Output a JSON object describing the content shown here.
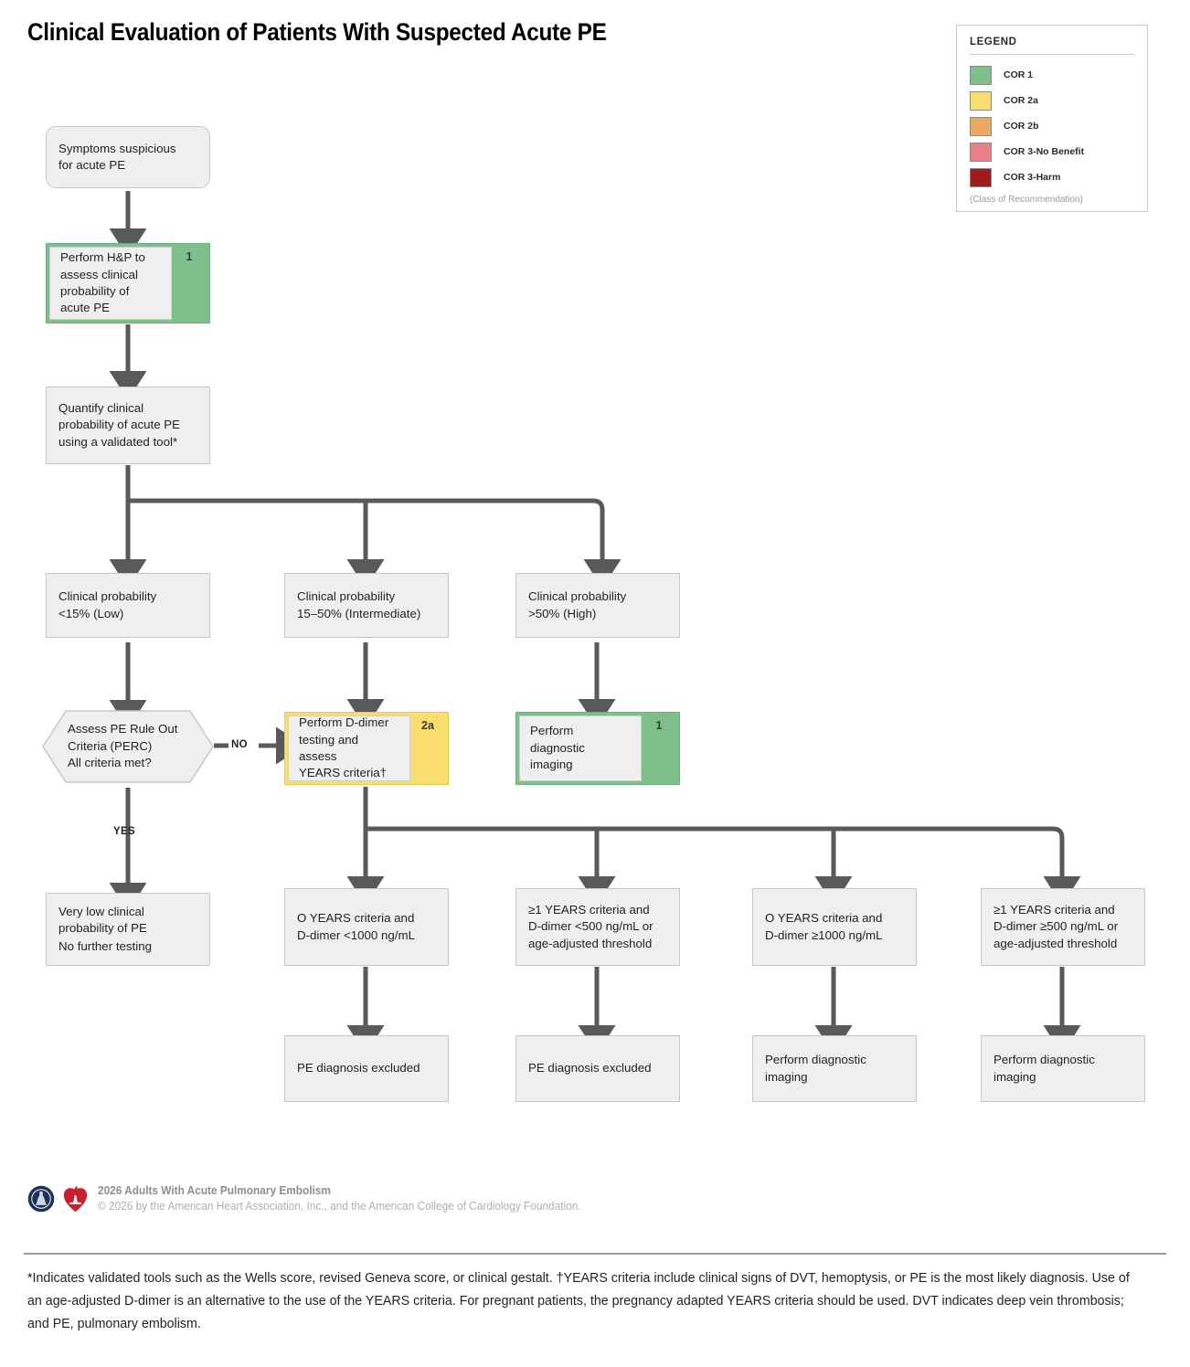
{
  "title": "Clinical Evaluation of Patients With Suspected Acute PE",
  "legend": {
    "heading": "LEGEND",
    "note": "(Class of Recommendation)",
    "items": [
      {
        "label": "COR 1",
        "color": "#7EC08C"
      },
      {
        "label": "COR 2a",
        "color": "#F9DD6E"
      },
      {
        "label": "COR 2b",
        "color": "#EDA861"
      },
      {
        "label": "COR 3-No Benefit",
        "color": "#EA8089"
      },
      {
        "label": "COR 3-Harm",
        "color": "#9E1B1E"
      }
    ]
  },
  "flow": {
    "start": {
      "lines": [
        "Symptoms suspicious",
        "for acute PE"
      ]
    },
    "hp": {
      "lines": [
        "Perform H&P to",
        "assess clinical",
        "probability of",
        "acute PE"
      ],
      "cor": "1",
      "cor_color": "#7EC08C"
    },
    "quantify": {
      "lines": [
        "Quantify clinical",
        "probability of acute PE",
        "using a validated tool*"
      ]
    },
    "prob_low": {
      "lines": [
        "Clinical probability",
        "<15% (Low)"
      ]
    },
    "prob_int": {
      "lines": [
        "Clinical probability",
        "15–50% (Intermediate)"
      ]
    },
    "prob_high": {
      "lines": [
        "Clinical probability",
        ">50% (High)"
      ]
    },
    "perc": {
      "lines": [
        "Assess PE Rule Out",
        "Criteria (PERC)"
      ],
      "lines2": [
        "All criteria met?"
      ]
    },
    "edge_no": "NO",
    "edge_yes": "YES",
    "ddimer": {
      "lines": [
        "Perform D-dimer",
        "testing and assess",
        "YEARS criteria†"
      ],
      "cor": "2a",
      "cor_color": "#F9DD6E"
    },
    "imaging_high": {
      "lines": [
        "Perform diagnostic",
        "imaging"
      ],
      "cor": "1",
      "cor_color": "#7EC08C"
    },
    "verylow": {
      "lines": [
        "Very low clinical",
        "probability of PE"
      ],
      "lines2": [
        "No further testing"
      ]
    },
    "res1": {
      "lines": [
        "O YEARS criteria and",
        "D-dimer <1000 ng/mL"
      ]
    },
    "res2": {
      "lines": [
        "≥1 YEARS criteria and",
        "D-dimer <500 ng/mL or",
        "age-adjusted threshold"
      ]
    },
    "res3": {
      "lines": [
        "O YEARS criteria and",
        "D-dimer ≥1000 ng/mL"
      ]
    },
    "res4": {
      "lines": [
        "≥1 YEARS criteria and",
        "D-dimer ≥500 ng/mL or",
        "age-adjusted threshold"
      ]
    },
    "out1": {
      "lines": [
        "PE diagnosis excluded"
      ]
    },
    "out2": {
      "lines": [
        "PE diagnosis excluded"
      ]
    },
    "out3": {
      "lines": [
        "Perform diagnostic",
        "imaging"
      ]
    },
    "out4": {
      "lines": [
        "Perform diagnostic",
        "imaging"
      ]
    }
  },
  "footer": {
    "line1": "2026 Adults With Acute Pulmonary Embolism",
    "line2": "© 2026 by the American Heart Association, Inc., and the American College of Cardiology Foundation."
  },
  "footnote": "*Indicates validated tools such as the Wells score, revised Geneva score, or clinical gestalt. †YEARS criteria include clinical signs of DVT, hemoptysis, or PE is the most likely diagnosis. Use of an age-adjusted D-dimer is an alternative to the use of the YEARS criteria. For pregnant patients, the pregnancy adapted YEARS criteria should be used. DVT indicates deep vein thrombosis; and PE, pulmonary embolism."
}
